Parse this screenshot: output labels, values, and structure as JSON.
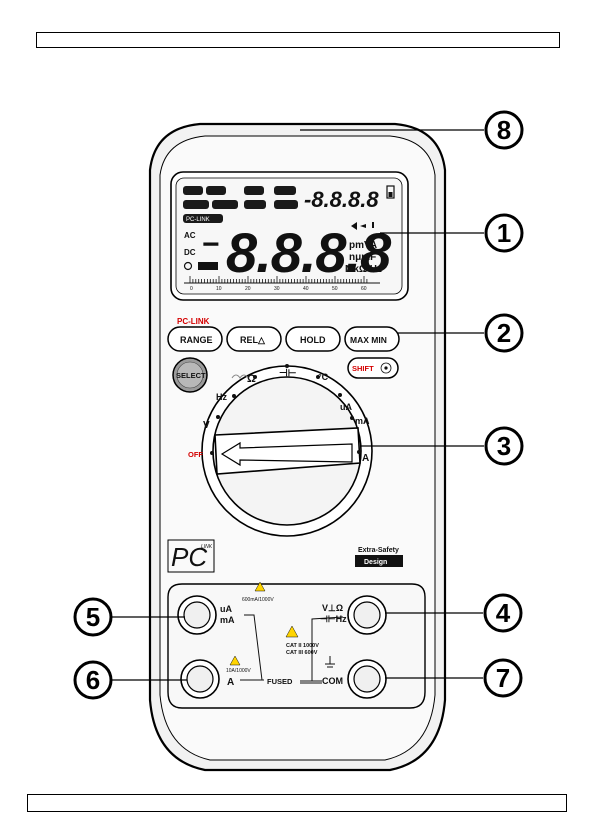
{
  "callouts": [
    {
      "id": "8",
      "label": "8"
    },
    {
      "id": "1",
      "label": "1"
    },
    {
      "id": "2",
      "label": "2"
    },
    {
      "id": "3",
      "label": "3"
    },
    {
      "id": "5",
      "label": "5"
    },
    {
      "id": "4",
      "label": "4"
    },
    {
      "id": "6",
      "label": "6"
    },
    {
      "id": "7",
      "label": "7"
    }
  ],
  "lcd": {
    "main_digits": "8.8.8.8",
    "sub_digits": "-8.8.8.8",
    "minus": "−",
    "unit_line1": "pmVA",
    "unit_line2": "nμmF",
    "unit_line3": "MkΩ Hz",
    "ac": "AC",
    "dc": "DC",
    "pc_link": "PC-LINK",
    "bar_ticks": [
      "0",
      "10",
      "20",
      "30",
      "40",
      "50",
      "60"
    ]
  },
  "buttons": {
    "pc_link": "PC-LINK",
    "range": "RANGE",
    "rel": "REL△",
    "hold": "HOLD",
    "maxmin": "MAX MIN",
    "select": "SELECT",
    "shift": "SHIFT"
  },
  "dial": {
    "off": "OFF",
    "v": "V",
    "hz": "Hz",
    "ohm": "Ω",
    "cap": "⊣⊢",
    "temp": "°C",
    "ua": "uA",
    "ma": "mA",
    "a": "A"
  },
  "branding": {
    "pc": "PC",
    "link": "LINK",
    "extra_safety_1": "Extra-Safety",
    "extra_safety_2": "Design"
  },
  "jacks": {
    "uama_1": "uA",
    "uama_2": "mA",
    "fuse_small": "600mA/1000V",
    "fuse_large": "10A/1000V",
    "a": "A",
    "fused": "FUSED",
    "v_ohm": "V⊥Ω",
    "cap_hz": "⊣⊢Hz",
    "cat_1": "CAT II 1000V",
    "cat_2": "CAT III 600V",
    "com": "COM"
  }
}
